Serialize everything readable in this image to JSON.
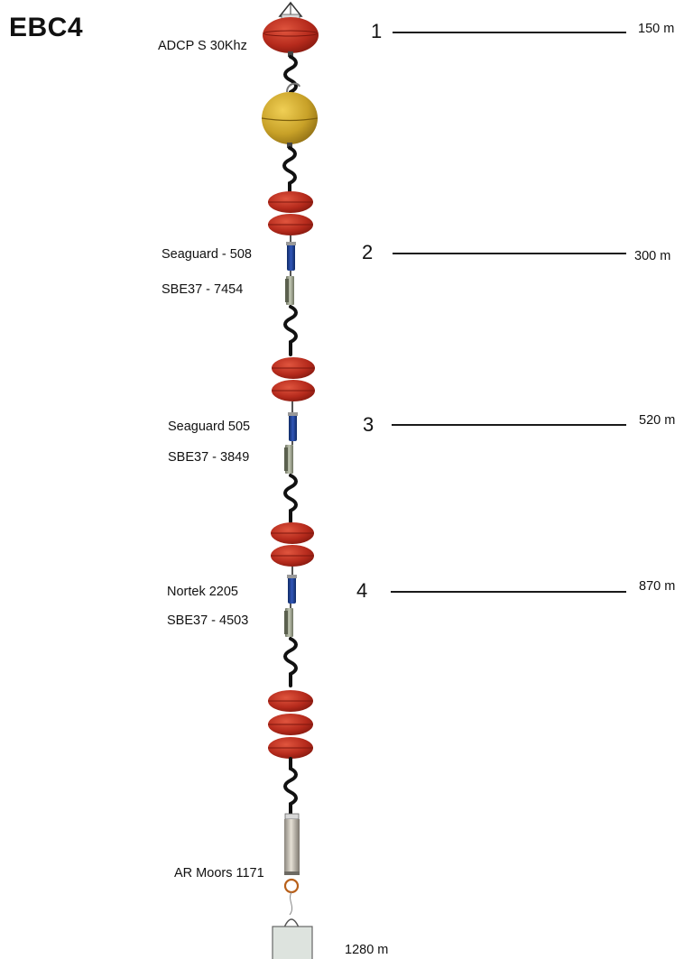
{
  "mooring_name": "EBC4",
  "top_buoy": {
    "label": "ADCP S 30Khz"
  },
  "levels": [
    {
      "number": "1",
      "depth": "150 m"
    },
    {
      "number": "2",
      "depth": "300 m"
    },
    {
      "number": "3",
      "depth": "520 m"
    },
    {
      "number": "4",
      "depth": "870 m"
    }
  ],
  "instruments": [
    {
      "id": "seaguard-508",
      "label": "Seaguard - 508"
    },
    {
      "id": "sbe37-7454",
      "label": "SBE37 -  7454"
    },
    {
      "id": "seaguard-505",
      "label": "Seaguard 505"
    },
    {
      "id": "sbe37-3849",
      "label": "SBE37 - 3849"
    },
    {
      "id": "nortek-2205",
      "label": "Nortek 2205"
    },
    {
      "id": "sbe37-4503",
      "label": "SBE37 - 4503"
    }
  ],
  "release": {
    "label": "AR Moors 1171"
  },
  "anchor": {
    "depth": "1280 m"
  },
  "colors": {
    "float": "#b52a1c",
    "float_dark": "#7e160d",
    "top_buoy_float": "#c8321f",
    "syntactic_sphere": "#c8a128",
    "cable": "#111111",
    "current_meter": "#1d3f8f",
    "ctd": "#9aa08a",
    "release_body": "#b9b3a8",
    "anchor": "#dde3de"
  },
  "icons": [
    "top-adcp-buoy-icon",
    "syntactic-float-icon",
    "float-pair-icon",
    "current-meter-icon",
    "ctd-logger-icon",
    "acoustic-release-icon",
    "anchor-weight-icon",
    "mooring-cable-icon"
  ]
}
